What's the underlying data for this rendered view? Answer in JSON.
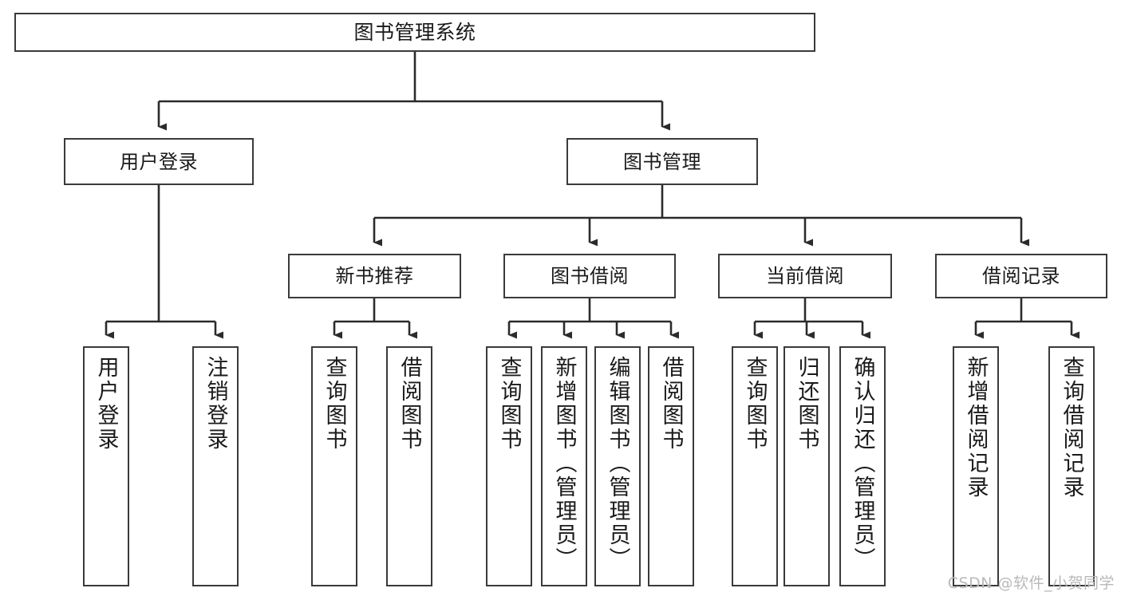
{
  "diagram": {
    "type": "tree-hierarchy-chart",
    "title": "图书管理系统",
    "orientation": "top-down",
    "colors": {
      "box_border": "#3a3a3a",
      "box_fill": "#ffffff",
      "connector": "#2b2b2b",
      "text": "#1a1a1a",
      "watermark": "#b9b9b9",
      "background": "#ffffff"
    }
  },
  "root": {
    "label": "图书管理系统"
  },
  "level2": [
    {
      "label": "用户登录"
    },
    {
      "label": "图书管理"
    }
  ],
  "level3": [
    {
      "label": "新书推荐"
    },
    {
      "label": "图书借阅"
    },
    {
      "label": "当前借阅"
    },
    {
      "label": "借阅记录"
    }
  ],
  "leaves": {
    "user_login": [
      {
        "label": "用户登录"
      },
      {
        "label": "注销登录"
      }
    ],
    "new_book_recommend": [
      {
        "label": "查询图书"
      },
      {
        "label": "借阅图书"
      }
    ],
    "book_borrow": [
      {
        "label": "查询图书"
      },
      {
        "label": "新增图书（管理员）"
      },
      {
        "label": "编辑图书（管理员）"
      },
      {
        "label": "借阅图书"
      }
    ],
    "current_borrow": [
      {
        "label": "查询图书"
      },
      {
        "label": "归还图书"
      },
      {
        "label": "确认归还（管理员）"
      }
    ],
    "borrow_records": [
      {
        "label": "新增借阅记录"
      },
      {
        "label": "查询借阅记录"
      }
    ]
  },
  "watermark": {
    "text": "CSDN @软件_小贺同学"
  }
}
